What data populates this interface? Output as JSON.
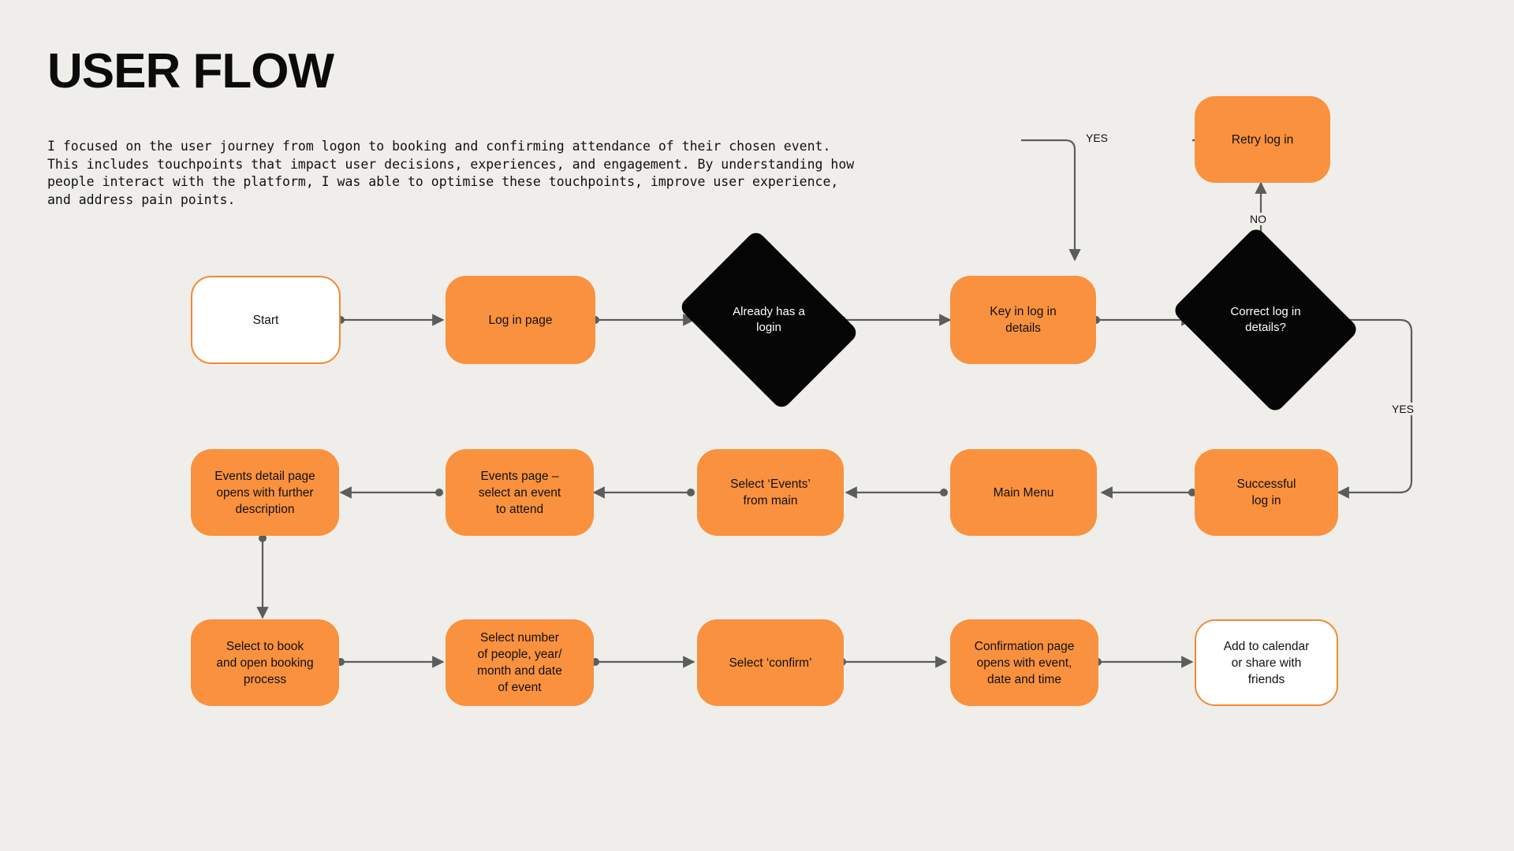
{
  "page": {
    "title": "USER FLOW",
    "background_color": "#efeeea",
    "accent_color": "#F9913E",
    "terminal_border_color": "#F08A33",
    "decision_color": "#050505",
    "connector_color": "#5c5c5c",
    "intro": "I focused on the user journey from logon to booking and confirming attendance of their chosen event. This includes touchpoints that impact user decisions, experiences, and engagement. By understanding how people interact with the platform, I was able to optimise these touchpoints, improve user experience, and address pain points."
  },
  "flow": {
    "nodes": [
      {
        "id": "start",
        "label": "Start",
        "type": "terminal"
      },
      {
        "id": "login-page",
        "label": "Log in page",
        "type": "process"
      },
      {
        "id": "has-login",
        "label": "Already has a\nlogin",
        "type": "decision"
      },
      {
        "id": "key-details",
        "label": "Key in log in\ndetails",
        "type": "process"
      },
      {
        "id": "correct",
        "label": "Correct log in\ndetails?",
        "type": "decision"
      },
      {
        "id": "retry",
        "label": "Retry log in",
        "type": "process"
      },
      {
        "id": "success",
        "label": "Successful\nlog in",
        "type": "process"
      },
      {
        "id": "main-menu",
        "label": "Main Menu",
        "type": "process"
      },
      {
        "id": "select-events",
        "label": "Select ‘Events’\nfrom main",
        "type": "process"
      },
      {
        "id": "events-page",
        "label": "Events page –\nselect an event\nto attend",
        "type": "process"
      },
      {
        "id": "events-detail",
        "label": "Events detail page\nopens with further\ndescription",
        "type": "process"
      },
      {
        "id": "select-book",
        "label": "Select to book\nand open booking\nprocess",
        "type": "process"
      },
      {
        "id": "select-number",
        "label": "Select number\nof people, year/\nmonth and date\nof event",
        "type": "process"
      },
      {
        "id": "select-confirm",
        "label": "Select ‘confirm’",
        "type": "process"
      },
      {
        "id": "confirmation",
        "label": "Confirmation page\nopens with event,\ndate and time",
        "type": "process"
      },
      {
        "id": "add-calendar",
        "label": "Add to calendar\nor share with\nfriends",
        "type": "terminal"
      }
    ],
    "edge_labels": [
      {
        "id": "yes-retry",
        "text": "YES"
      },
      {
        "id": "no-retry",
        "text": "NO"
      },
      {
        "id": "yes-success",
        "text": "YES"
      }
    ]
  }
}
